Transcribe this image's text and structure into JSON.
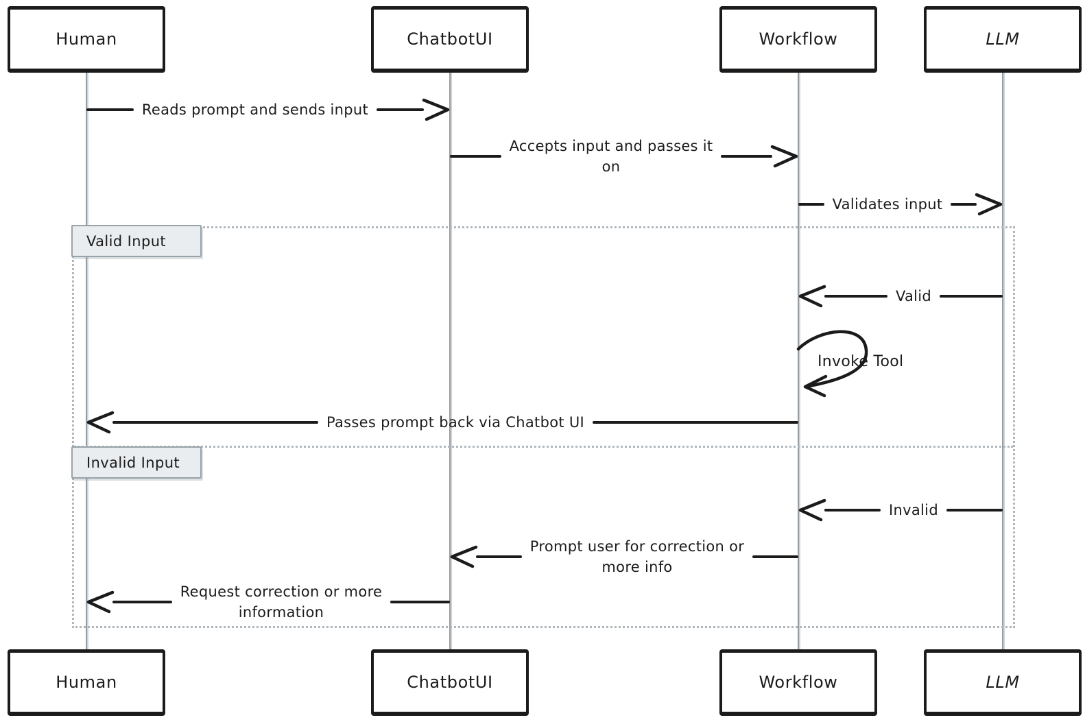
{
  "diagram": {
    "type": "sequence",
    "style": "hand-drawn",
    "actors": [
      {
        "id": "human",
        "label": "Human"
      },
      {
        "id": "chatbotui",
        "label": "ChatbotUI"
      },
      {
        "id": "workflow",
        "label": "Workflow"
      },
      {
        "id": "llm",
        "label": "LLM"
      }
    ],
    "messages": [
      {
        "from": "Human",
        "to": "ChatbotUI",
        "direction": "right",
        "kind": "arrow",
        "label": "Reads prompt and sends input"
      },
      {
        "from": "ChatbotUI",
        "to": "Workflow",
        "direction": "right",
        "kind": "arrow",
        "label": "Accepts input and passes it\non"
      },
      {
        "from": "Workflow",
        "to": "LLM",
        "direction": "right",
        "kind": "arrow",
        "label": "Validates input"
      },
      {
        "from": "LLM",
        "to": "Workflow",
        "direction": "left",
        "kind": "arrow",
        "label": "Valid"
      },
      {
        "from": "Workflow",
        "to": "Workflow",
        "direction": "self",
        "kind": "self-loop",
        "label": "Invoke Tool"
      },
      {
        "from": "Workflow",
        "to": "Human",
        "direction": "left",
        "kind": "arrow",
        "label": "Passes prompt back via Chatbot UI"
      },
      {
        "from": "LLM",
        "to": "Workflow",
        "direction": "left",
        "kind": "arrow",
        "label": "Invalid"
      },
      {
        "from": "Workflow",
        "to": "ChatbotUI",
        "direction": "left",
        "kind": "arrow",
        "label": "Prompt user for correction or\nmore info"
      },
      {
        "from": "ChatbotUI",
        "to": "Human",
        "direction": "left",
        "kind": "arrow",
        "label": "Request correction or more\ninformation"
      }
    ],
    "alt_frame": {
      "kind": "alt",
      "sections": [
        {
          "label": "Valid Input"
        },
        {
          "label": "Invalid Input"
        }
      ]
    },
    "colors": {
      "stroke": "#1b1b1b",
      "lifeline": "#979ea3",
      "frame_border": "#afb7bd",
      "section_label_fill": "#e9edf0",
      "section_label_border": "#98a3a9",
      "background": "#ffffff"
    }
  }
}
